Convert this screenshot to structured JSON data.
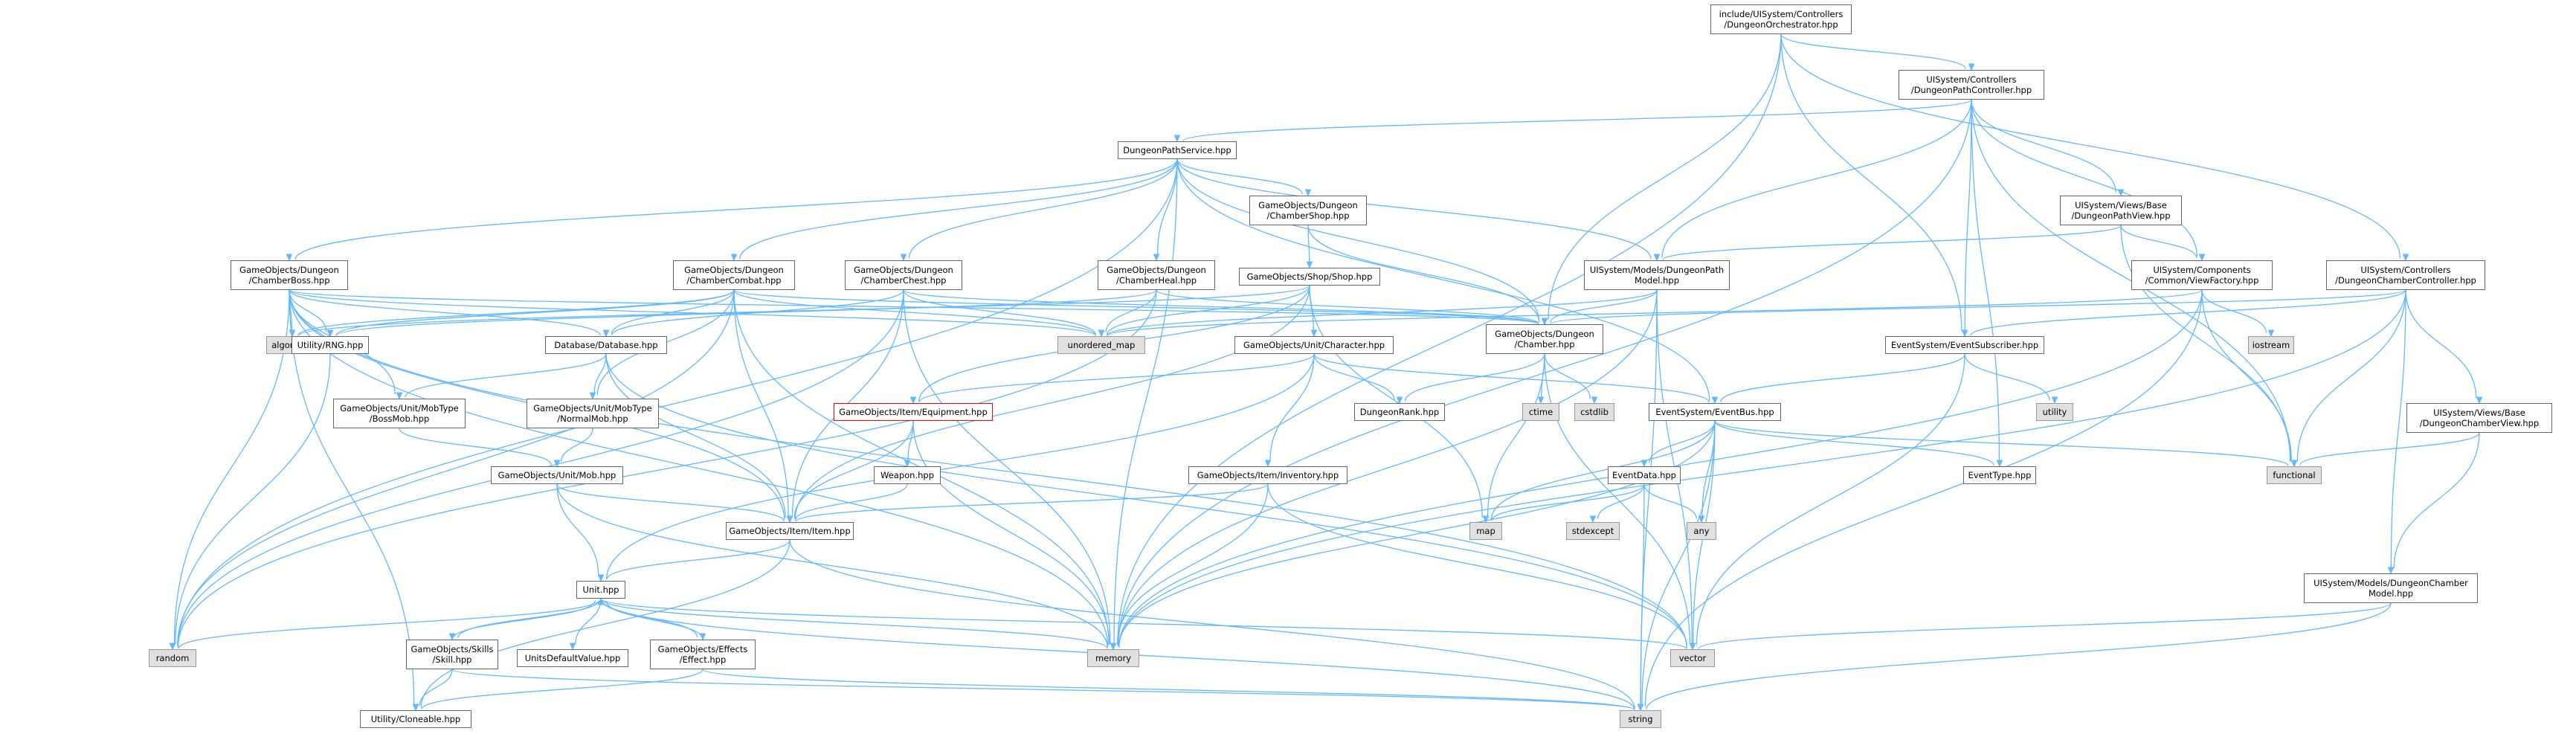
{
  "nodes": [
    {
      "id": "root",
      "lines": [
        "include/UISystem/Controllers",
        "/DungeonOrchestrator.hpp"
      ],
      "kind": "root"
    },
    {
      "id": "dpc",
      "lines": [
        "UISystem/Controllers",
        "/DungeonPathController.hpp"
      ],
      "kind": "file"
    },
    {
      "id": "dps",
      "lines": [
        "DungeonPathService.hpp"
      ],
      "kind": "file"
    },
    {
      "id": "chshop",
      "lines": [
        "GameObjects/Dungeon",
        "/ChamberShop.hpp"
      ],
      "kind": "file"
    },
    {
      "id": "pathview",
      "lines": [
        "UISystem/Views/Base",
        "/DungeonPathView.hpp"
      ],
      "kind": "file"
    },
    {
      "id": "viewfactory",
      "lines": [
        "UISystem/Components",
        "/Common/ViewFactory.hpp"
      ],
      "kind": "file"
    },
    {
      "id": "dcc",
      "lines": [
        "UISystem/Controllers",
        "/DungeonChamberController.hpp"
      ],
      "kind": "file"
    },
    {
      "id": "chboss",
      "lines": [
        "GameObjects/Dungeon",
        "/ChamberBoss.hpp"
      ],
      "kind": "file"
    },
    {
      "id": "chcombat",
      "lines": [
        "GameObjects/Dungeon",
        "/ChamberCombat.hpp"
      ],
      "kind": "file"
    },
    {
      "id": "chchest",
      "lines": [
        "GameObjects/Dungeon",
        "/ChamberChest.hpp"
      ],
      "kind": "file"
    },
    {
      "id": "chheal",
      "lines": [
        "GameObjects/Dungeon",
        "/ChamberHeal.hpp"
      ],
      "kind": "file"
    },
    {
      "id": "shop",
      "lines": [
        "GameObjects/Shop/Shop.hpp"
      ],
      "kind": "file"
    },
    {
      "id": "pathmodel",
      "lines": [
        "UISystem/Models/DungeonPath",
        "Model.hpp"
      ],
      "kind": "file"
    },
    {
      "id": "algorithm",
      "lines": [
        "algorithm"
      ],
      "kind": "sys"
    },
    {
      "id": "rng",
      "lines": [
        "Utility/RNG.hpp"
      ],
      "kind": "file"
    },
    {
      "id": "database",
      "lines": [
        "Database/Database.hpp"
      ],
      "kind": "file"
    },
    {
      "id": "umap",
      "lines": [
        "unordered_map"
      ],
      "kind": "sys"
    },
    {
      "id": "character",
      "lines": [
        "GameObjects/Unit/Character.hpp"
      ],
      "kind": "file"
    },
    {
      "id": "chamber",
      "lines": [
        "GameObjects/Dungeon",
        "/Chamber.hpp"
      ],
      "kind": "file"
    },
    {
      "id": "subscriber",
      "lines": [
        "EventSystem/EventSubscriber.hpp"
      ],
      "kind": "file"
    },
    {
      "id": "iostream",
      "lines": [
        "iostream"
      ],
      "kind": "sys"
    },
    {
      "id": "bossmob",
      "lines": [
        "GameObjects/Unit/MobType",
        "/BossMob.hpp"
      ],
      "kind": "file"
    },
    {
      "id": "normalmob",
      "lines": [
        "GameObjects/Unit/MobType",
        "/NormalMob.hpp"
      ],
      "kind": "file"
    },
    {
      "id": "equipment",
      "lines": [
        "GameObjects/Item/Equipment.hpp"
      ],
      "kind": "file",
      "highlight": true
    },
    {
      "id": "dungeonrank",
      "lines": [
        "DungeonRank.hpp"
      ],
      "kind": "file"
    },
    {
      "id": "ctime",
      "lines": [
        "ctime"
      ],
      "kind": "sys"
    },
    {
      "id": "cstdlib",
      "lines": [
        "cstdlib"
      ],
      "kind": "sys"
    },
    {
      "id": "utility",
      "lines": [
        "utility"
      ],
      "kind": "sys"
    },
    {
      "id": "eventbus",
      "lines": [
        "EventSystem/EventBus.hpp"
      ],
      "kind": "file"
    },
    {
      "id": "chamberview",
      "lines": [
        "UISystem/Views/Base",
        "/DungeonChamberView.hpp"
      ],
      "kind": "file"
    },
    {
      "id": "mob",
      "lines": [
        "GameObjects/Unit/Mob.hpp"
      ],
      "kind": "file"
    },
    {
      "id": "weapon",
      "lines": [
        "Weapon.hpp"
      ],
      "kind": "file"
    },
    {
      "id": "inventory",
      "lines": [
        "GameObjects/Item/Inventory.hpp"
      ],
      "kind": "file"
    },
    {
      "id": "eventdata",
      "lines": [
        "EventData.hpp"
      ],
      "kind": "file"
    },
    {
      "id": "eventtype",
      "lines": [
        "EventType.hpp"
      ],
      "kind": "file"
    },
    {
      "id": "functional",
      "lines": [
        "functional"
      ],
      "kind": "sys"
    },
    {
      "id": "item",
      "lines": [
        "GameObjects/Item/Item.hpp"
      ],
      "kind": "file"
    },
    {
      "id": "map",
      "lines": [
        "map"
      ],
      "kind": "sys"
    },
    {
      "id": "stdexcept",
      "lines": [
        "stdexcept"
      ],
      "kind": "sys"
    },
    {
      "id": "any",
      "lines": [
        "any"
      ],
      "kind": "sys"
    },
    {
      "id": "unit",
      "lines": [
        "Unit.hpp"
      ],
      "kind": "file"
    },
    {
      "id": "chambermodel",
      "lines": [
        "UISystem/Models/DungeonChamber",
        "Model.hpp"
      ],
      "kind": "file"
    },
    {
      "id": "random",
      "lines": [
        "random"
      ],
      "kind": "sys"
    },
    {
      "id": "skill",
      "lines": [
        "GameObjects/Skills",
        "/Skill.hpp"
      ],
      "kind": "file"
    },
    {
      "id": "unitsdefault",
      "lines": [
        "UnitsDefaultValue.hpp"
      ],
      "kind": "file"
    },
    {
      "id": "effect",
      "lines": [
        "GameObjects/Effects",
        "/Effect.hpp"
      ],
      "kind": "file"
    },
    {
      "id": "memory",
      "lines": [
        "memory"
      ],
      "kind": "sys"
    },
    {
      "id": "vector",
      "lines": [
        "vector"
      ],
      "kind": "sys"
    },
    {
      "id": "cloneable",
      "lines": [
        "Utility/Cloneable.hpp"
      ],
      "kind": "file"
    },
    {
      "id": "string",
      "lines": [
        "string"
      ],
      "kind": "sys"
    }
  ],
  "edges": [
    [
      "root",
      "dpc"
    ],
    [
      "root",
      "dcc"
    ],
    [
      "root",
      "chamber"
    ],
    [
      "root",
      "subscriber"
    ],
    [
      "root",
      "memory"
    ],
    [
      "dpc",
      "dps"
    ],
    [
      "dpc",
      "pathview"
    ],
    [
      "dpc",
      "viewfactory"
    ],
    [
      "dpc",
      "pathmodel"
    ],
    [
      "dpc",
      "subscriber"
    ],
    [
      "dpc",
      "eventtype"
    ],
    [
      "dpc",
      "functional"
    ],
    [
      "dpc",
      "memory"
    ],
    [
      "dps",
      "chboss"
    ],
    [
      "dps",
      "chcombat"
    ],
    [
      "dps",
      "chchest"
    ],
    [
      "dps",
      "chheal"
    ],
    [
      "dps",
      "chshop"
    ],
    [
      "dps",
      "pathmodel"
    ],
    [
      "dps",
      "chamber"
    ],
    [
      "dps",
      "eventbus"
    ],
    [
      "dps",
      "memory"
    ],
    [
      "dps",
      "random"
    ],
    [
      "chshop",
      "shop"
    ],
    [
      "chshop",
      "chamber"
    ],
    [
      "pathview",
      "pathmodel"
    ],
    [
      "pathview",
      "viewfactory"
    ],
    [
      "pathview",
      "functional"
    ],
    [
      "viewfactory",
      "functional"
    ],
    [
      "viewfactory",
      "iostream"
    ],
    [
      "viewfactory",
      "string"
    ],
    [
      "viewfactory",
      "memory"
    ],
    [
      "viewfactory",
      "umap"
    ],
    [
      "dcc",
      "chamberview"
    ],
    [
      "dcc",
      "chamber"
    ],
    [
      "dcc",
      "subscriber"
    ],
    [
      "dcc",
      "functional"
    ],
    [
      "dcc",
      "memory"
    ],
    [
      "dcc",
      "chambermodel"
    ],
    [
      "chamberview",
      "chambermodel"
    ],
    [
      "chamberview",
      "functional"
    ],
    [
      "chambermodel",
      "vector"
    ],
    [
      "chambermodel",
      "string"
    ],
    [
      "chboss",
      "bossmob"
    ],
    [
      "chboss",
      "chamber"
    ],
    [
      "chboss",
      "database"
    ],
    [
      "chboss",
      "rng"
    ],
    [
      "chboss",
      "algorithm"
    ],
    [
      "chboss",
      "random"
    ],
    [
      "chboss",
      "item"
    ],
    [
      "chboss",
      "cloneable"
    ],
    [
      "chboss",
      "umap"
    ],
    [
      "chboss",
      "vector"
    ],
    [
      "chboss",
      "memory"
    ],
    [
      "chcombat",
      "normalmob"
    ],
    [
      "chcombat",
      "chamber"
    ],
    [
      "chcombat",
      "database"
    ],
    [
      "chcombat",
      "rng"
    ],
    [
      "chcombat",
      "algorithm"
    ],
    [
      "chcombat",
      "random"
    ],
    [
      "chcombat",
      "item"
    ],
    [
      "chcombat",
      "memory"
    ],
    [
      "chcombat",
      "umap"
    ],
    [
      "chchest",
      "chamber"
    ],
    [
      "chchest",
      "database"
    ],
    [
      "chchest",
      "item"
    ],
    [
      "chchest",
      "memory"
    ],
    [
      "chchest",
      "umap"
    ],
    [
      "chchest",
      "random"
    ],
    [
      "chheal",
      "chamber"
    ],
    [
      "chheal",
      "rng"
    ],
    [
      "chheal",
      "umap"
    ],
    [
      "chheal",
      "random"
    ],
    [
      "shop",
      "character"
    ],
    [
      "shop",
      "equipment"
    ],
    [
      "shop",
      "item"
    ],
    [
      "shop",
      "umap"
    ],
    [
      "shop",
      "map"
    ],
    [
      "shop",
      "algorithm"
    ],
    [
      "pathmodel",
      "chamber"
    ],
    [
      "pathmodel",
      "memory"
    ],
    [
      "pathmodel",
      "vector"
    ],
    [
      "pathmodel",
      "string"
    ],
    [
      "pathmodel",
      "umap"
    ],
    [
      "rng",
      "random"
    ],
    [
      "database",
      "bossmob"
    ],
    [
      "database",
      "normalmob"
    ],
    [
      "database",
      "item"
    ],
    [
      "database",
      "vector"
    ],
    [
      "character",
      "unit"
    ],
    [
      "character",
      "dungeonrank"
    ],
    [
      "character",
      "inventory"
    ],
    [
      "character",
      "eventbus"
    ],
    [
      "character",
      "equipment"
    ],
    [
      "chamber",
      "dungeonrank"
    ],
    [
      "chamber",
      "ctime"
    ],
    [
      "chamber",
      "cstdlib"
    ],
    [
      "chamber",
      "map"
    ],
    [
      "chamber",
      "vector"
    ],
    [
      "subscriber",
      "eventbus"
    ],
    [
      "subscriber",
      "utility"
    ],
    [
      "subscriber",
      "vector"
    ],
    [
      "eventbus",
      "eventdata"
    ],
    [
      "eventbus",
      "eventtype"
    ],
    [
      "eventbus",
      "functional"
    ],
    [
      "eventbus",
      "vector"
    ],
    [
      "eventbus",
      "map"
    ],
    [
      "eventbus",
      "string"
    ],
    [
      "eventbus",
      "any"
    ],
    [
      "eventbus",
      "memory"
    ],
    [
      "eventdata",
      "map"
    ],
    [
      "eventdata",
      "stdexcept"
    ],
    [
      "eventdata",
      "any"
    ],
    [
      "eventdata",
      "string"
    ],
    [
      "bossmob",
      "mob"
    ],
    [
      "normalmob",
      "mob"
    ],
    [
      "mob",
      "unit"
    ],
    [
      "mob",
      "item"
    ],
    [
      "mob",
      "memory"
    ],
    [
      "equipment",
      "weapon"
    ],
    [
      "equipment",
      "item"
    ],
    [
      "equipment",
      "memory"
    ],
    [
      "weapon",
      "item"
    ],
    [
      "inventory",
      "item"
    ],
    [
      "inventory",
      "vector"
    ],
    [
      "inventory",
      "memory"
    ],
    [
      "item",
      "unit"
    ],
    [
      "item",
      "string"
    ],
    [
      "item",
      "cloneable"
    ],
    [
      "unit",
      "skill"
    ],
    [
      "unit",
      "effect"
    ],
    [
      "unit",
      "unitsdefault"
    ],
    [
      "unit",
      "random"
    ],
    [
      "unit",
      "vector"
    ],
    [
      "unit",
      "memory"
    ],
    [
      "unit",
      "string"
    ],
    [
      "skill",
      "unit"
    ],
    [
      "skill",
      "cloneable"
    ],
    [
      "skill",
      "string"
    ],
    [
      "effect",
      "unit"
    ],
    [
      "effect",
      "cloneable"
    ],
    [
      "effect",
      "string"
    ]
  ]
}
